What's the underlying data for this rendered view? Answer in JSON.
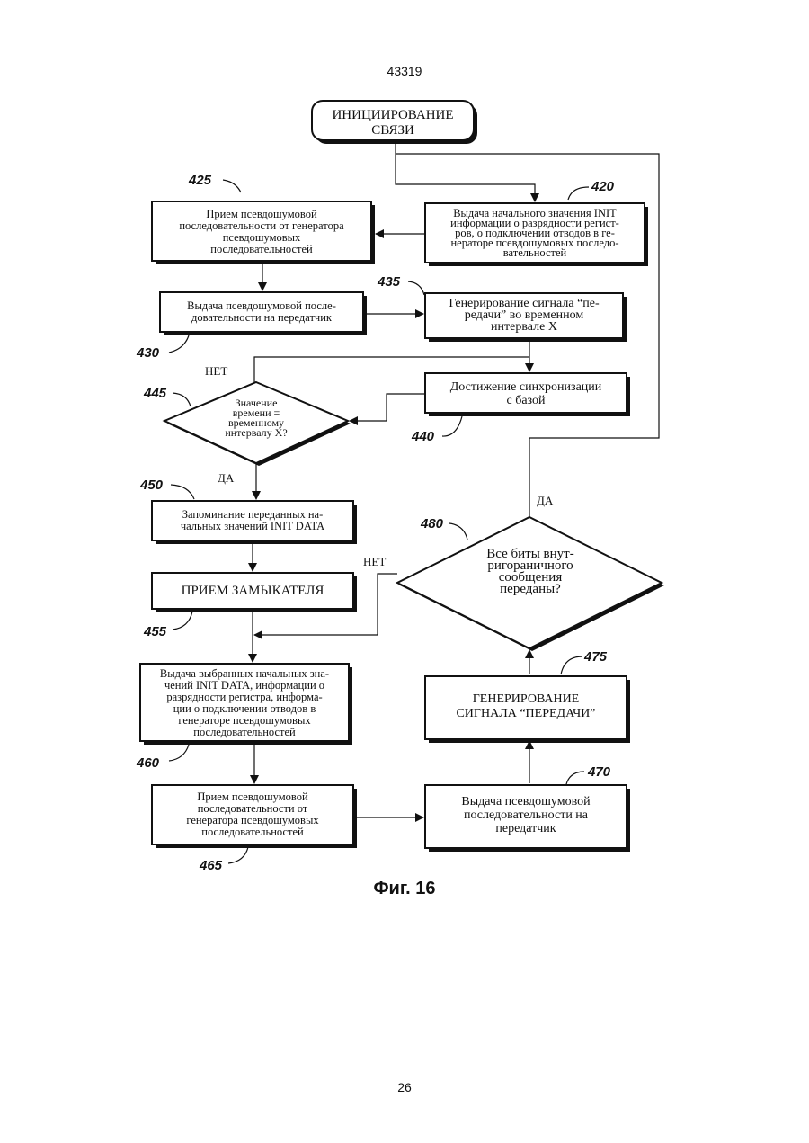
{
  "header": {
    "doc_number": "43319"
  },
  "footer": {
    "page_number": "26"
  },
  "figure": {
    "caption": "Фиг. 16"
  },
  "nodes": {
    "start": {
      "ref": "",
      "lines": [
        "ИНИЦИИРОВАНИЕ",
        "СВЯЗИ"
      ]
    },
    "n420": {
      "ref": "420",
      "lines": [
        "Выдача начального значения INIT",
        "информации о разрядности регист-",
        "ров, о подключении отводов в ге-",
        "нераторе псевдошумовых последо-",
        "вательностей"
      ]
    },
    "n425": {
      "ref": "425",
      "lines": [
        "Прием псевдошумовой",
        "последовательности от генератора",
        "псевдошумовых",
        "последовательностей"
      ]
    },
    "n430": {
      "ref": "430",
      "lines": [
        "Выдача псевдошумовой после-",
        "довательности на передатчик"
      ]
    },
    "n435": {
      "ref": "435",
      "lines": [
        "Генерирование сигнала “пе-",
        "редачи” во временном",
        "интервале X"
      ]
    },
    "n440": {
      "ref": "440",
      "lines": [
        "Достижение синхронизации",
        "с базой"
      ]
    },
    "n445": {
      "ref": "445",
      "lines": [
        "Значение",
        "времени =",
        "временному",
        "интервалу X?"
      ]
    },
    "n450": {
      "ref": "450",
      "lines": [
        "Запоминание переданных на-",
        "чальных значений INIT DATA"
      ]
    },
    "n455": {
      "ref": "455",
      "lines": [
        "ПРИЕМ ЗАМЫКАТЕЛЯ"
      ]
    },
    "n460": {
      "ref": "460",
      "lines": [
        "Выдача выбранных начальных зна-",
        "чений INIT DATA, информации о",
        "разрядности регистра, информа-",
        "ции о подключении отводов в",
        "генераторе псевдошумовых",
        "последовательностей"
      ]
    },
    "n465": {
      "ref": "465",
      "lines": [
        "Прием псевдошумовой",
        "последовательности от",
        "генератора псевдошумовых",
        "последовательностей"
      ]
    },
    "n470": {
      "ref": "470",
      "lines": [
        "Выдача псевдошумовой",
        "последовательности на",
        "передатчик"
      ]
    },
    "n475": {
      "ref": "475",
      "lines": [
        "ГЕНЕРИРОВАНИЕ",
        "СИГНАЛА “ПЕРЕДАЧИ”"
      ]
    },
    "n480": {
      "ref": "480",
      "lines": [
        "Все биты внут-",
        "ригораничного",
        "сообщения",
        "переданы?"
      ]
    }
  },
  "branch_labels": {
    "n445_no": "НЕТ",
    "n445_yes": "ДА",
    "n480_no": "НЕТ",
    "n480_yes": "ДА"
  }
}
